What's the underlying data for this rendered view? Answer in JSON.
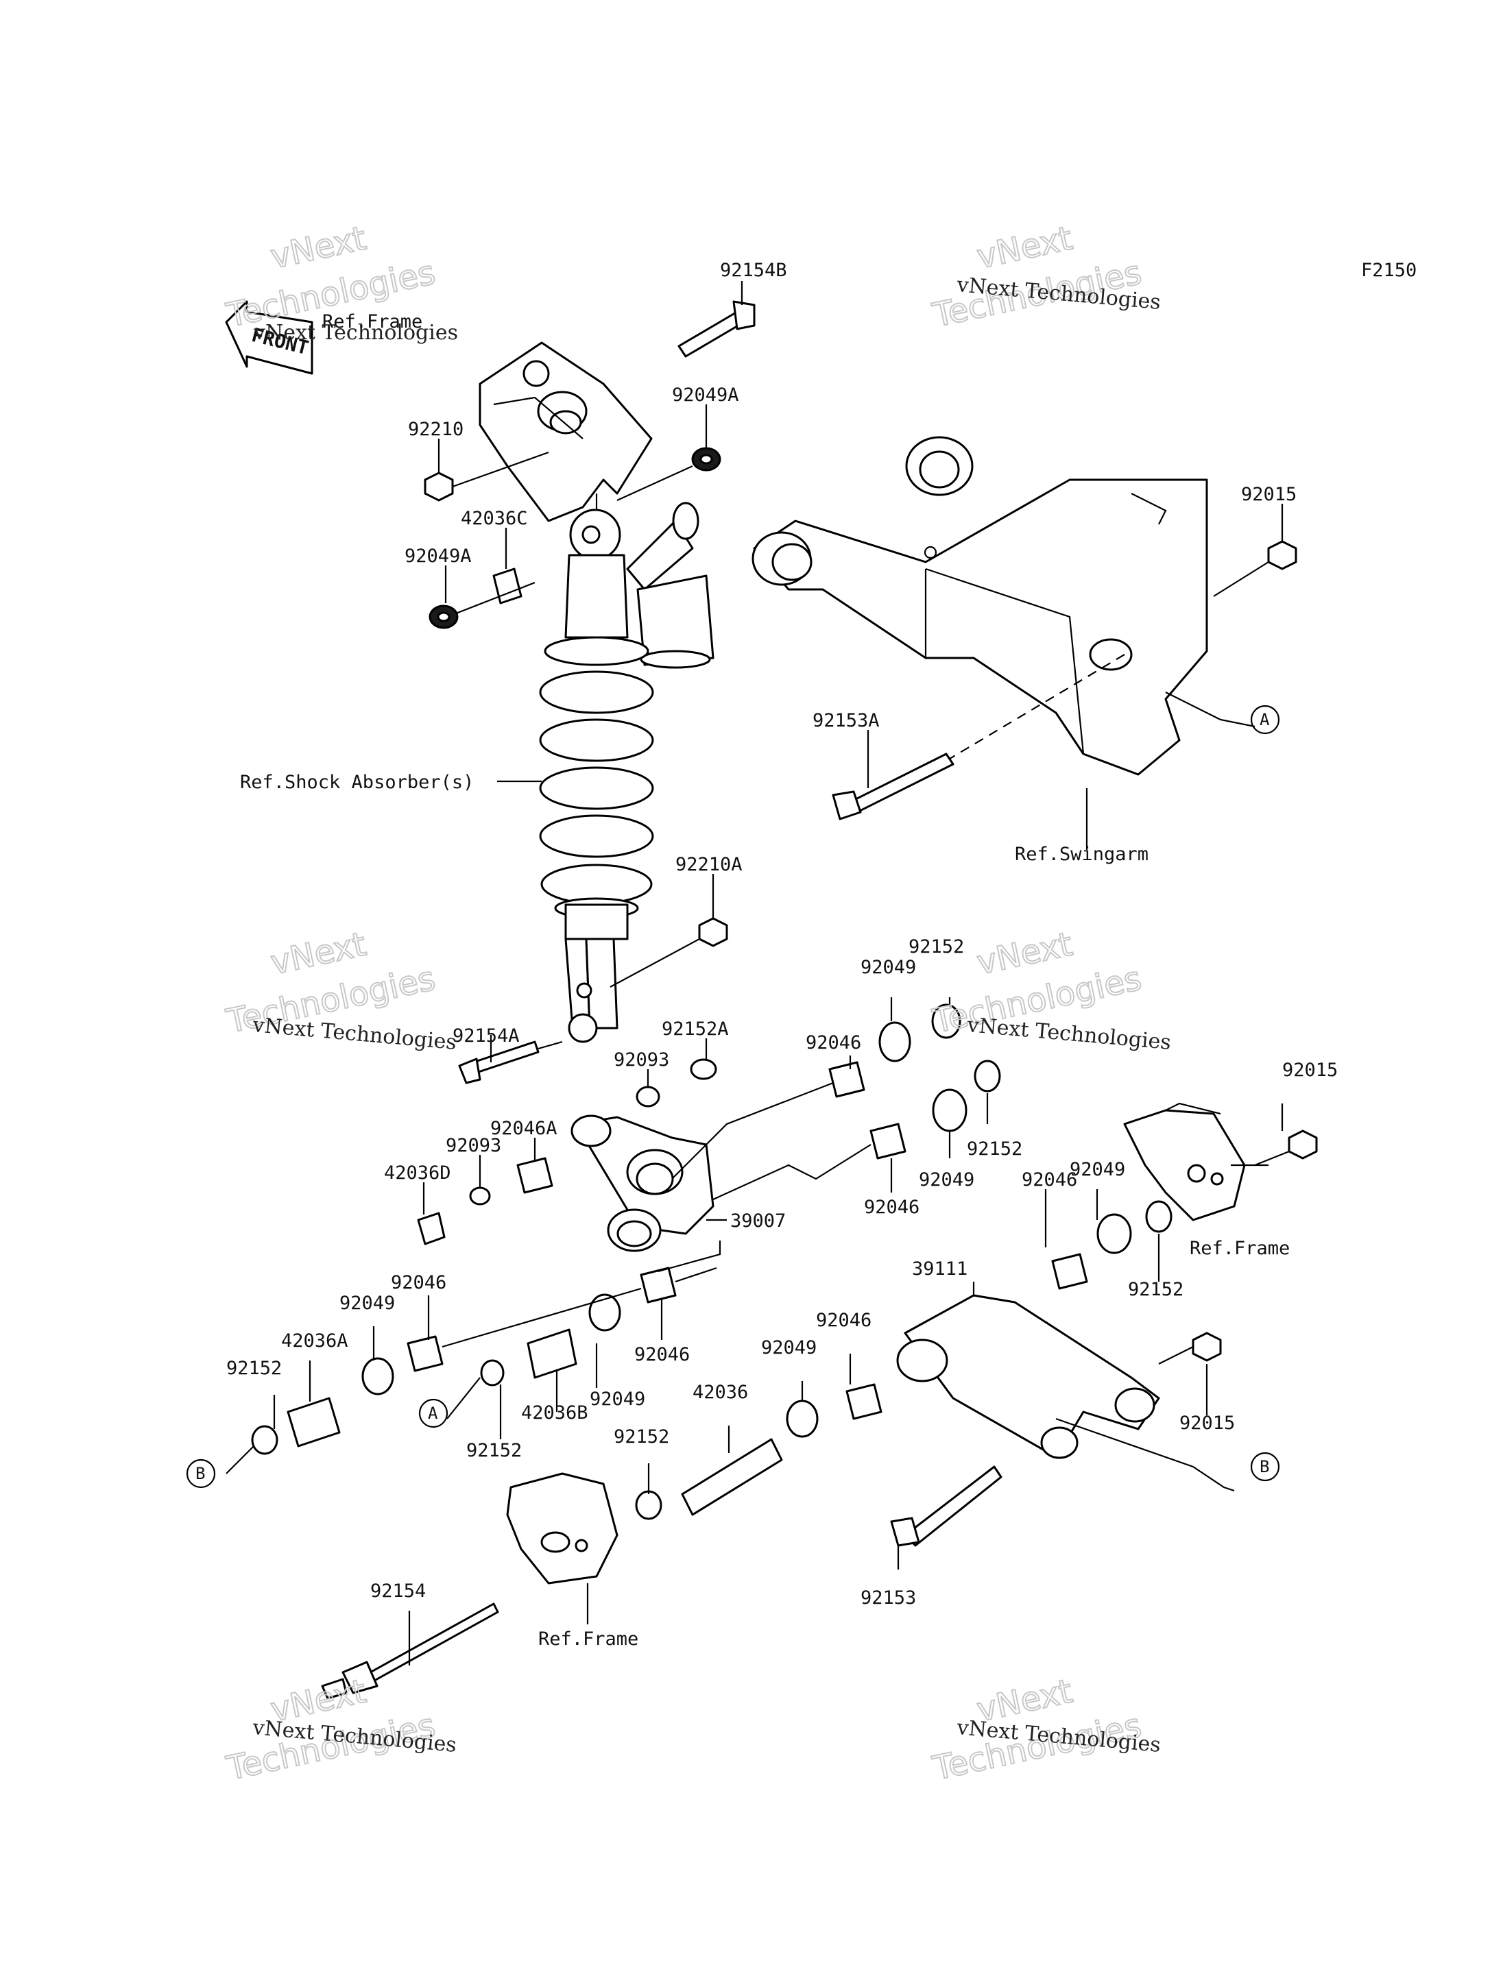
{
  "figure_code": "F2150",
  "front_arrow": "FRONT",
  "watermark": {
    "line1": "vNext Technologies",
    "line2": "vNext",
    "line3": "Technologies"
  },
  "refs": {
    "frame": "Ref.Frame",
    "shock": "Ref.Shock Absorber(s)",
    "swingarm": "Ref.Swingarm"
  },
  "markers": {
    "a": "A",
    "b": "B"
  },
  "parts": {
    "p92154B": "92154B",
    "p92210": "92210",
    "p92049A": "92049A",
    "p42036C": "42036C",
    "p92015": "92015",
    "p92153A": "92153A",
    "p92210A": "92210A",
    "p92154A": "92154A",
    "p92152A": "92152A",
    "p92093": "92093",
    "p92046": "92046",
    "p92049": "92049",
    "p92152": "92152",
    "p92046A": "92046A",
    "p42036D": "42036D",
    "p39007": "39007",
    "p39111": "39111",
    "p42036A": "42036A",
    "p42036B": "42036B",
    "p42036": "42036",
    "p92153": "92153",
    "p92154": "92154"
  }
}
